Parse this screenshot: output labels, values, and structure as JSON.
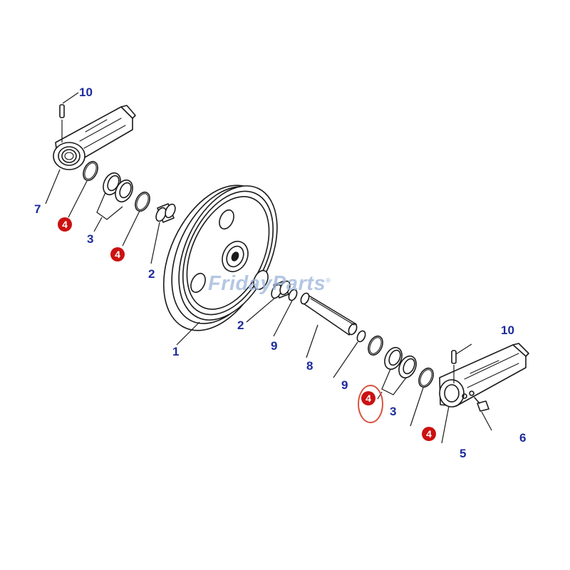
{
  "watermark": {
    "text": "FridayParts",
    "mark": "®"
  },
  "callouts": {
    "c10_top": "10",
    "c7": "7",
    "c4_a": "4",
    "c3_left": "3",
    "c4_b": "4",
    "c2_upper": "2",
    "c2_lower": "2",
    "c1": "1",
    "c9_upper": "9",
    "c8": "8",
    "c9_lower": "9",
    "c10_right": "10",
    "c4_c": "4",
    "c3_right": "3",
    "c4_d": "4",
    "c5": "5",
    "c6": "6"
  },
  "colors": {
    "callout_text": "#1c2b9a",
    "badge": "#cc1111",
    "highlight_circle": "#d9523f",
    "watermark": "#9fb8dc"
  }
}
